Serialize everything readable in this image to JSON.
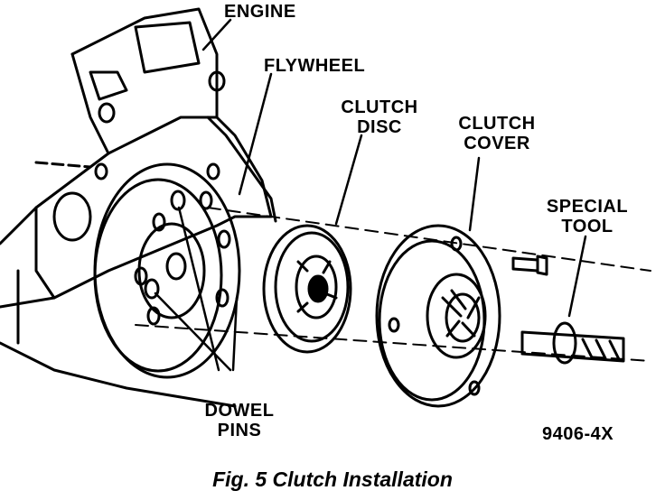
{
  "labels": {
    "engine": "ENGINE",
    "flywheel": "FLYWHEEL",
    "clutch_disc": [
      "CLUTCH",
      "DISC"
    ],
    "clutch_cover": [
      "CLUTCH",
      "COVER"
    ],
    "special_tool": [
      "SPECIAL",
      "TOOL"
    ],
    "dowel_pins": [
      "DOWEL",
      "PINS"
    ],
    "figure_code": "9406-4X"
  },
  "caption": "Fig. 5 Clutch Installation"
}
